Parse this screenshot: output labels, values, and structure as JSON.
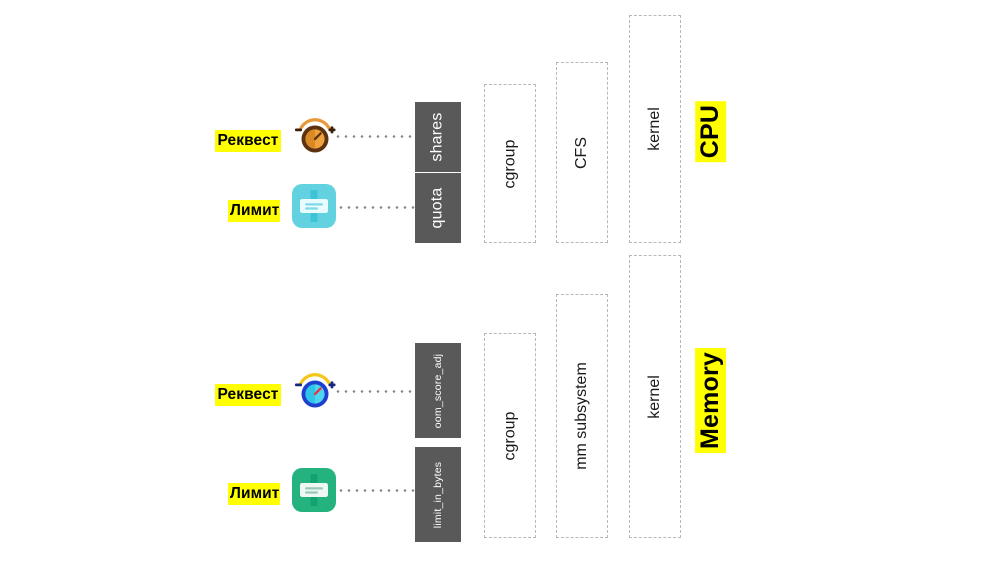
{
  "diagram": {
    "title_cpu": "CPU",
    "title_memory": "Memory",
    "sections": [
      {
        "id": "cpu",
        "title": "CPU",
        "rows": [
          {
            "label": "Реквест",
            "icon": "knob-dial-orange-icon",
            "param": "shares"
          },
          {
            "label": "Лимит",
            "icon": "limit-card-blue-icon",
            "param": "quota"
          }
        ],
        "layers": [
          "cgroup",
          "CFS",
          "kernel"
        ]
      },
      {
        "id": "memory",
        "title": "Memory",
        "rows": [
          {
            "label": "Реквест",
            "icon": "knob-dial-blue-icon",
            "param": "oom_score_adj"
          },
          {
            "label": "Лимит",
            "icon": "limit-card-green-icon",
            "param": "limit_in_bytes"
          }
        ],
        "layers": [
          "cgroup",
          "mm subsystem",
          "kernel"
        ]
      }
    ]
  },
  "colors": {
    "highlight": "#ffff00",
    "gray_box": "#595959",
    "dashed_border": "#b8b8b8",
    "dotted_line": "#8a8a8a",
    "knob_cpu_ring": "#5c3210",
    "knob_cpu_face": "#f0a33c",
    "knob_cpu_arc": "#e8993a",
    "knob_mem_ring": "#1e3fd0",
    "knob_mem_face": "#4fd6ef",
    "knob_mem_arc": "#f5c518",
    "icon_limit_cpu": "#62d2e0",
    "icon_limit_mem": "#24b37e",
    "background": "#ffffff"
  }
}
